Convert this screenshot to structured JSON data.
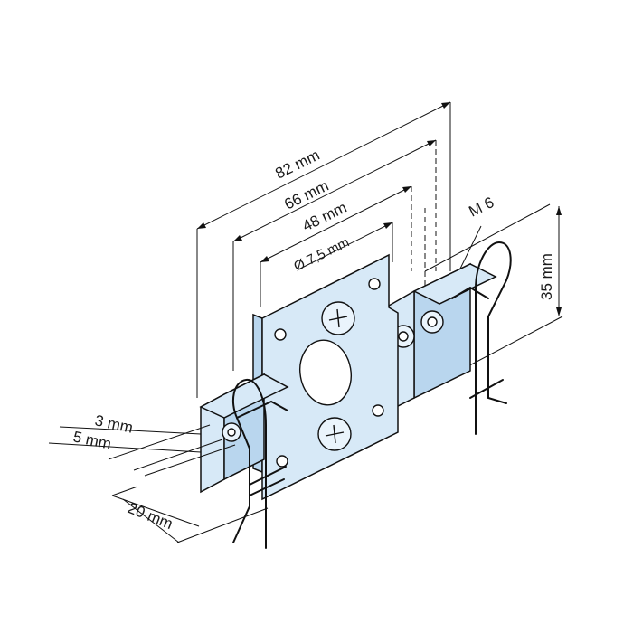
{
  "dimensions": {
    "d82": "82 mm",
    "d66": "66 mm",
    "d48": "48 mm",
    "d75": "Ø 7,5 mm",
    "m6": "M 6",
    "d35": "35 mm",
    "d3": "3 mm",
    "d5": "5 mm",
    "d20": "20 mm"
  },
  "colors": {
    "metal": "#d7e9f7",
    "metal_shade": "#b9d6ee",
    "line": "#111111"
  }
}
